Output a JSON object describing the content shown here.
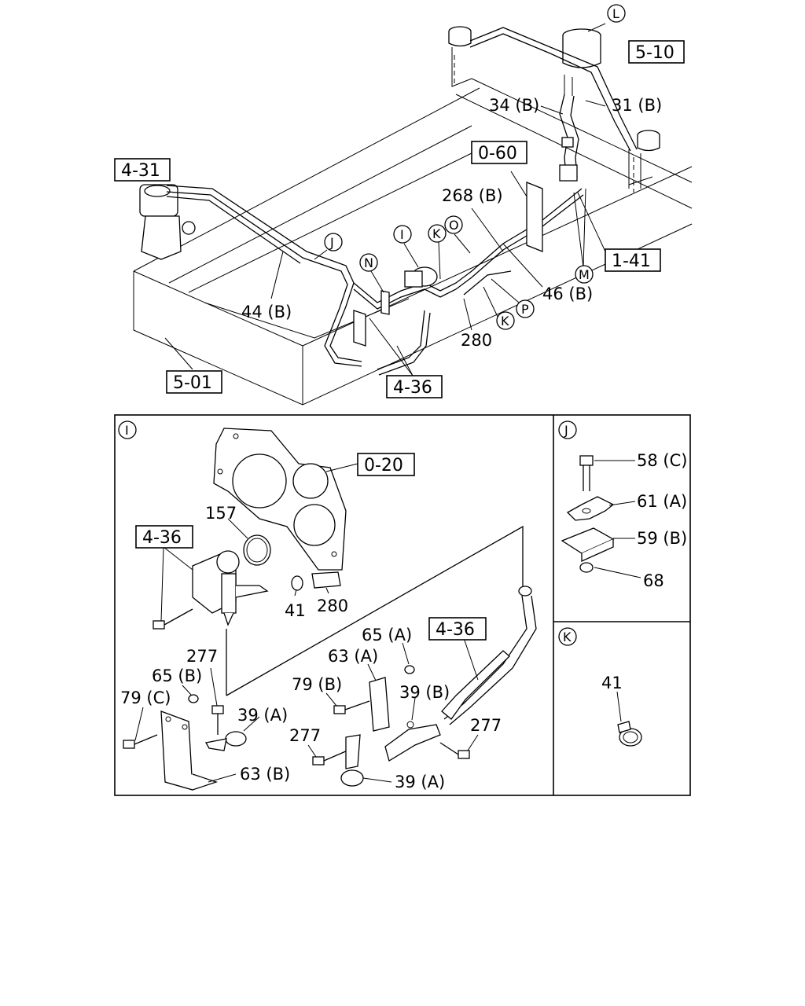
{
  "refs": {
    "r_5_10": "5-10",
    "r_4_31": "4-31",
    "r_0_60": "0-60",
    "r_1_41": "1-41",
    "r_5_01": "5-01",
    "r_4_36_top": "4-36",
    "r_0_20": "0-20",
    "r_4_36_i": "4-36",
    "r_4_36_hose": "4-36"
  },
  "letters": {
    "L": "L",
    "J": "J",
    "I": "I",
    "K1": "K",
    "O": "O",
    "N": "N",
    "M": "M",
    "P": "P",
    "K2": "K",
    "sec_I": "I",
    "sec_J": "J",
    "sec_K": "K"
  },
  "labels": {
    "p34b": "34 (B)",
    "p31b": "31 (B)",
    "p268b": "268 (B)",
    "p44b": "44 (B)",
    "p46b": "46 (B)",
    "p280_top": "280",
    "p157": "157",
    "p41_i": "41",
    "p280_i": "280",
    "p65a": "65 (A)",
    "p63a": "63 (A)",
    "p277_a": "277",
    "p65b": "65 (B)",
    "p79b": "79 (B)",
    "p39b": "39 (B)",
    "p79c": "79 (C)",
    "p39a_1": "39 (A)",
    "p277_b": "277",
    "p277_c": "277",
    "p63b": "63 (B)",
    "p39a_2": "39 (A)",
    "p58c": "58 (C)",
    "p61a": "61 (A)",
    "p59b": "59 (B)",
    "p68": "68",
    "p41_k": "41"
  }
}
